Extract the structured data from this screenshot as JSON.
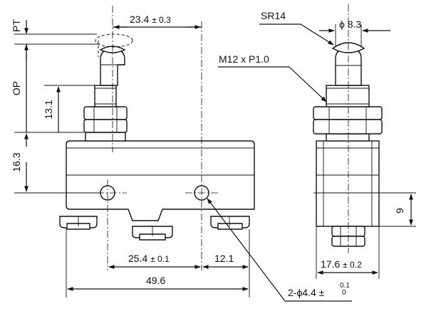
{
  "labels": {
    "pt": "PT",
    "op": "OP",
    "dim_13_1": "13.1",
    "dim_16_3": "16.3",
    "dim_23_4_value": "23.4",
    "dim_23_4_tol": "± 0.3",
    "sr14": "SR14",
    "phi_8_3": "ϕ 8.3",
    "thread": "M12 x P1.0",
    "dim_9": "9",
    "dim_25_4_value": "25.4",
    "dim_25_4_tol": "± 0.1",
    "dim_12_1": "12.1",
    "dim_49_6": "49.6",
    "dim_17_6_value": "17.6",
    "dim_17_6_tol": "± 0.2",
    "hole_spec": "2-ϕ4.4 ±",
    "hole_tol_upper": "0.1",
    "hole_tol_lower": "0"
  }
}
